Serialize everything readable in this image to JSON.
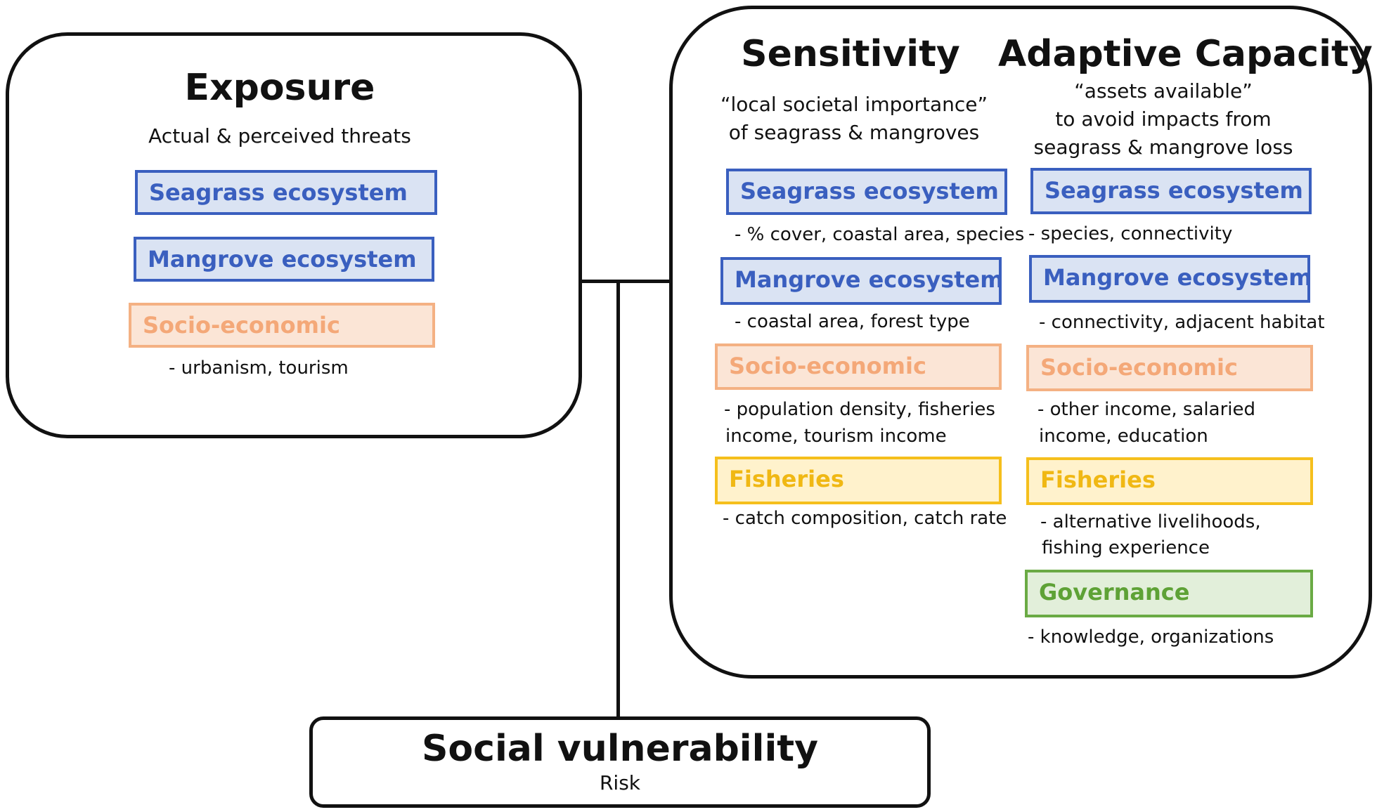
{
  "exposure": {
    "title": "Exposure",
    "subtitle": "Actual & perceived threats",
    "boxes": [
      {
        "label": "Seagrass ecosystem",
        "category": "blue"
      },
      {
        "label": "Mangrove ecosystem",
        "category": "blue"
      },
      {
        "label": "Socio-economic",
        "category": "orange"
      }
    ],
    "notes": {
      "socio_economic": "- urbanism, tourism"
    }
  },
  "sensitivity": {
    "title": "Sensitivity",
    "subtitle_line1": "“local societal importance”",
    "subtitle_line2": "of seagrass & mangroves",
    "boxes": [
      {
        "label": "Seagrass ecosystem",
        "category": "blue"
      },
      {
        "label": "Mangrove ecosystem",
        "category": "blue"
      },
      {
        "label": "Socio-economic",
        "category": "orange"
      },
      {
        "label": "Fisheries",
        "category": "yellow"
      }
    ],
    "notes": {
      "seagrass": "- % cover, coastal area, species",
      "mangrove": "- coastal area, forest type",
      "socio_economic_line1": "- population density, fisheries",
      "socio_economic_line2": "income, tourism income",
      "fisheries": "- catch composition, catch rate"
    }
  },
  "adaptive_capacity": {
    "title": "Adaptive Capacity",
    "subtitle_line1": "“assets available”",
    "subtitle_line2": "to avoid impacts from",
    "subtitle_line3": "seagrass & mangrove loss",
    "boxes": [
      {
        "label": "Seagrass ecosystem",
        "category": "blue"
      },
      {
        "label": "Mangrove ecosystem",
        "category": "blue"
      },
      {
        "label": "Socio-economic",
        "category": "orange"
      },
      {
        "label": "Fisheries",
        "category": "yellow"
      },
      {
        "label": "Governance",
        "category": "green"
      }
    ],
    "notes": {
      "seagrass": "- species, connectivity",
      "mangrove": "- connectivity, adjacent habitat",
      "socio_economic_line1": "- other income, salaried",
      "socio_economic_line2": "income, education",
      "fisheries_line1": "- alternative livelihoods,",
      "fisheries_line2": "fishing experience",
      "governance": "- knowledge, organizations"
    }
  },
  "social_vulnerability": {
    "title": "Social vulnerability",
    "subtitle": "Risk"
  },
  "colors": {
    "ecosystem_border": "#3a5fbf",
    "ecosystem_fill": "#dae3f3",
    "socio_economic_border": "#f4b183",
    "socio_economic_fill": "#fbe5d6",
    "fisheries_border": "#f5bf1c",
    "fisheries_fill": "#fff2cc",
    "governance_border": "#6aaa44",
    "governance_fill": "#e2efda",
    "outline": "#111111"
  }
}
